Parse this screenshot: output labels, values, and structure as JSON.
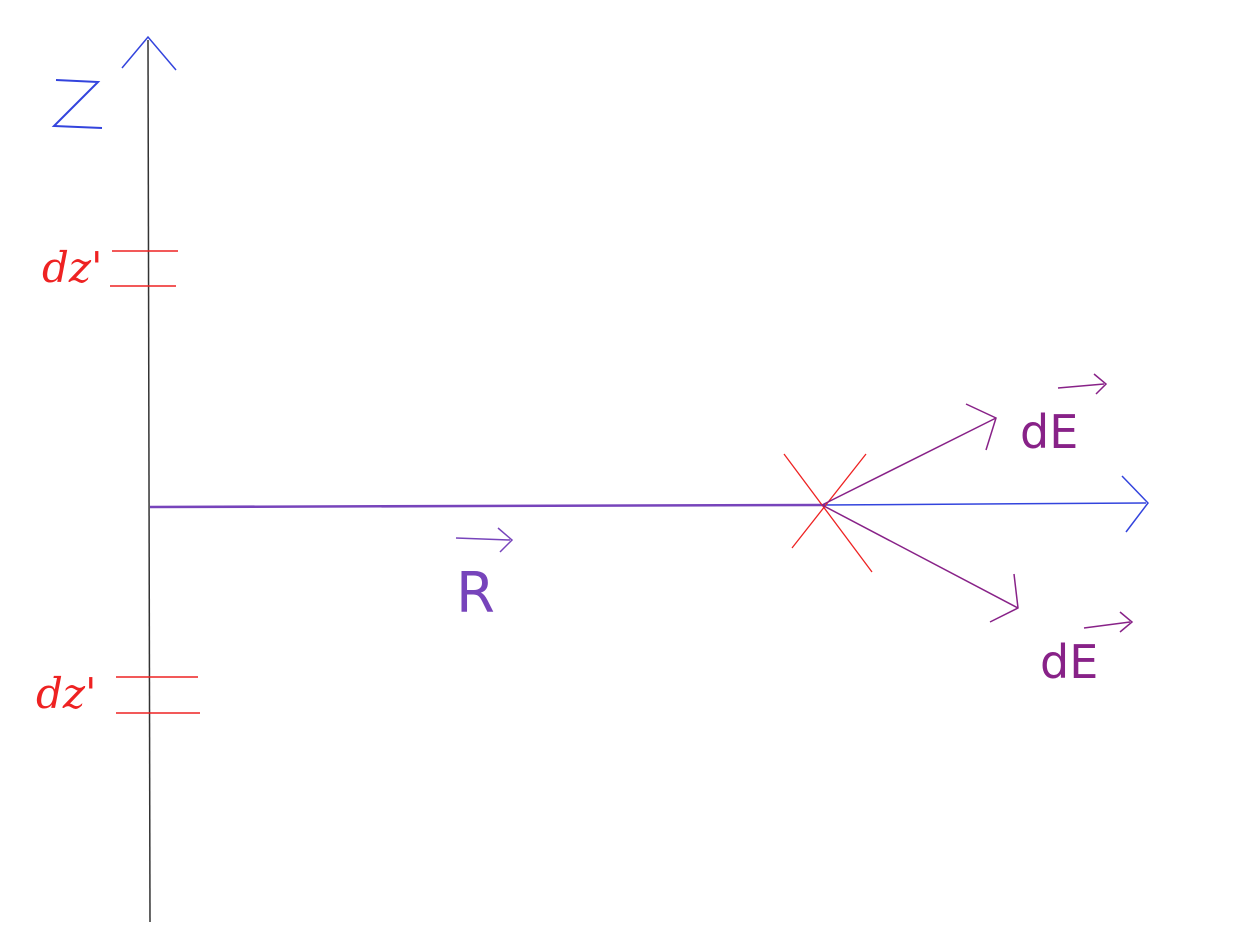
{
  "diagram": {
    "colors": {
      "axis_z": "#333333",
      "arrow_blue": "#3344dd",
      "red": "#ee2222",
      "purple": "#882288",
      "r_vector": "#7744bb"
    },
    "labels": {
      "z_axis": "Z",
      "dz_top": "dz'",
      "dz_bottom": "dz'",
      "de_top": "dE",
      "de_bottom": "dE",
      "r_vector": "R"
    }
  }
}
